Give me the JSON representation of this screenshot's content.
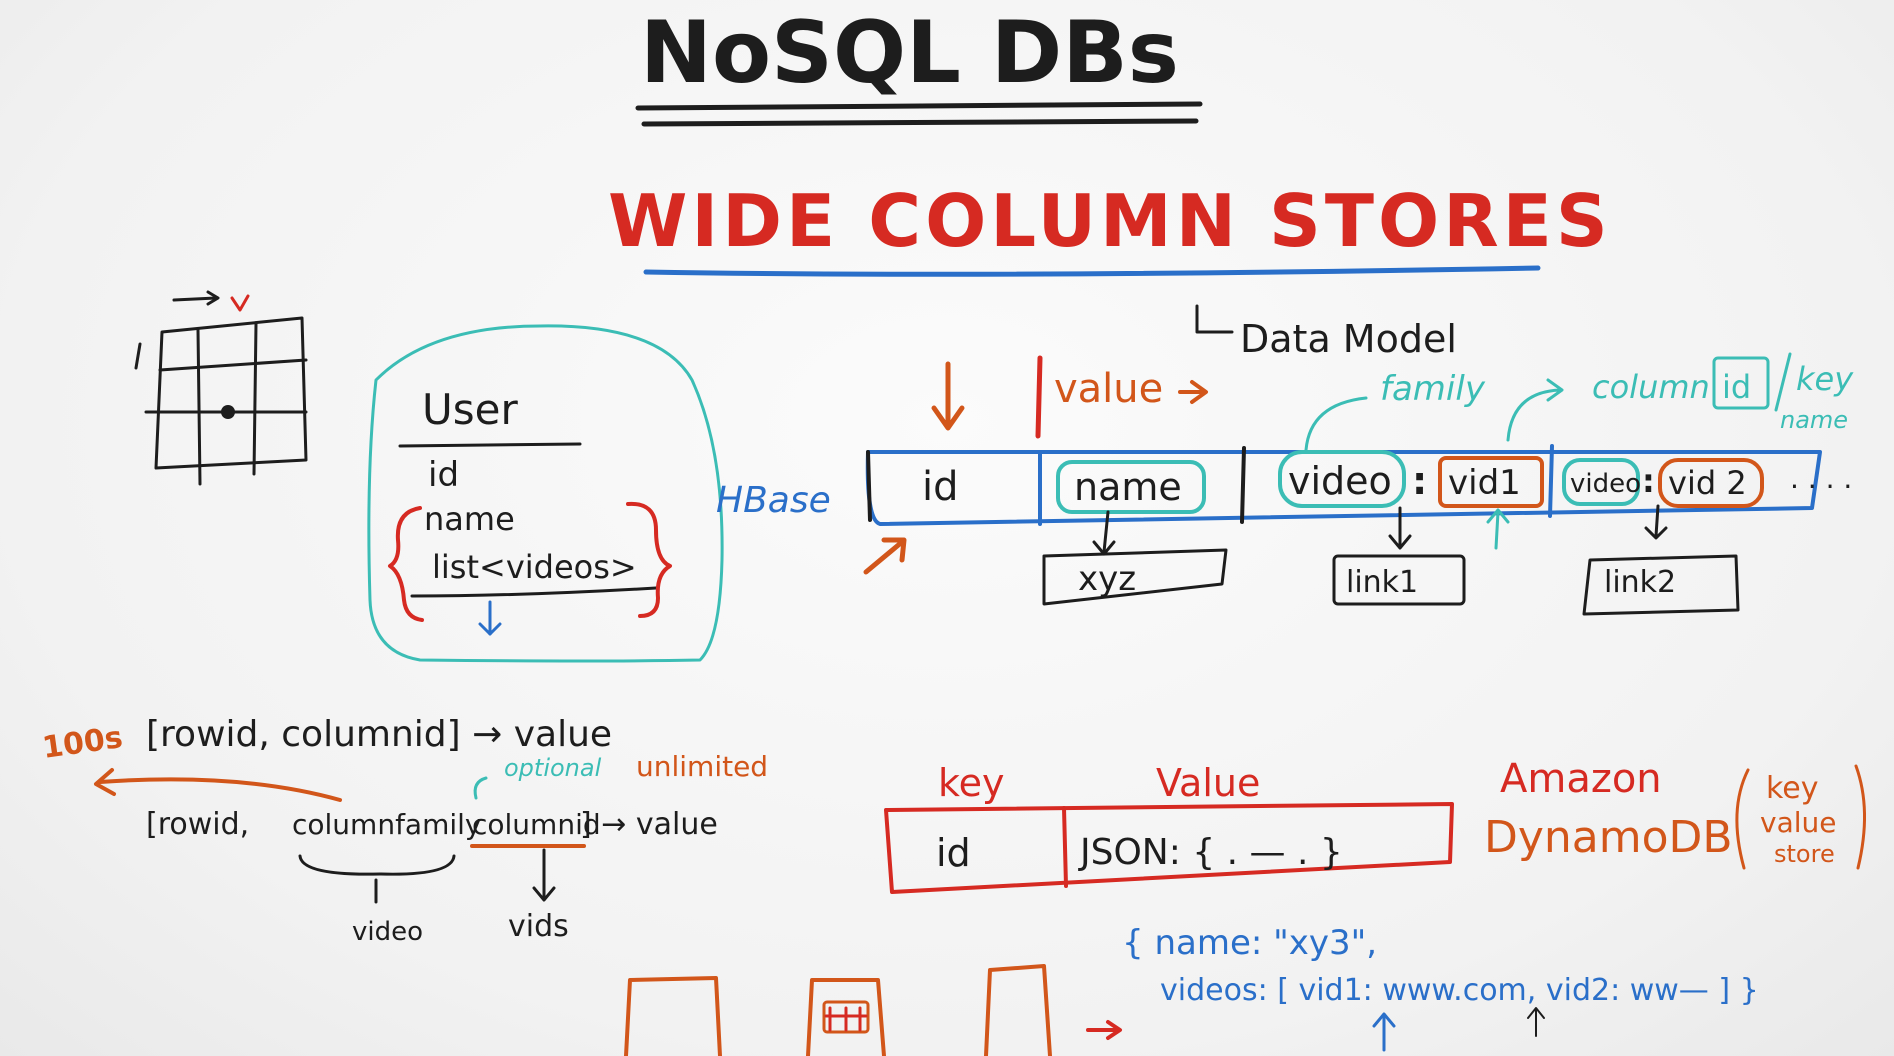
{
  "title": "NoSQL DBs",
  "subtitle": "WIDE COLUMN STORES",
  "data_model_label": "Data Model",
  "hbase_label": "HBase",
  "user_entity": {
    "name": "User",
    "fields": [
      "id",
      "name",
      "list<videos>"
    ]
  },
  "row_model": {
    "value_header": "value",
    "id_cell": "id",
    "name_cell": "name",
    "video_family_1": "video",
    "colon": ":",
    "vid_1": "vid1",
    "video_family_2": "video",
    "vid_2": "vid 2",
    "ellipsis": ". . . .",
    "family_label": "family",
    "column_label": "column",
    "column_id_box": "id",
    "key_label": "key",
    "name_label": "name",
    "name_value": "xyz",
    "link_1": "link1",
    "link_2": "link2"
  },
  "keys": {
    "count_label": "100s",
    "rowid_formula": "[rowid, columnid] → value",
    "family_formula_prefix": "[rowid,",
    "family_formula_family": "columnfamily",
    "family_formula_column": "columnid",
    "family_formula_suffix": "] → value",
    "optional_label": "optional",
    "unlimited_label": "unlimited",
    "video_label": "video",
    "vids_label": "vids"
  },
  "kv_table": {
    "key_header": "key",
    "value_header": "Value",
    "key_cell": "id",
    "value_cell": "JSON: { . — . }"
  },
  "dynamo": {
    "vendor": "Amazon",
    "name": "DynamoDB",
    "note_line1": "key",
    "note_line2": "value",
    "note_line3": "store"
  },
  "json_example": {
    "line1": "{ name: \"xy3\",",
    "line2": "videos: [ vid1: www.com, vid2: ww— ] }"
  }
}
